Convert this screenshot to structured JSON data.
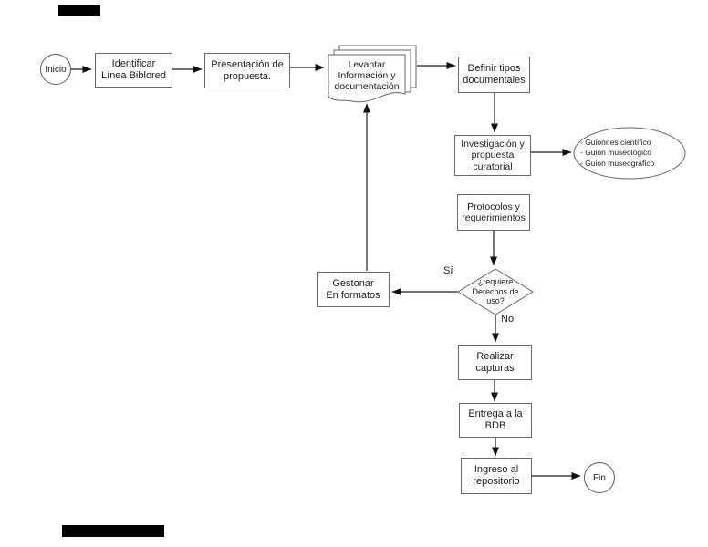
{
  "diagram": {
    "nodes": {
      "inicio": {
        "label": "Inicio",
        "type": "start-terminator"
      },
      "identificar": {
        "label": "Identificar\nLínea Biblored",
        "type": "process"
      },
      "presentacion": {
        "label": "Presentación de\npropuesta.",
        "type": "process"
      },
      "levantar": {
        "label": "Levantar\nInformación y\ndocumentación",
        "type": "multi-document"
      },
      "definir": {
        "label": "Definir tipos\ndocumentales",
        "type": "process"
      },
      "investigacion": {
        "label": "Investigación y\npropuesta\ncuratorial",
        "type": "process"
      },
      "guiones": {
        "label": "- Guionnes científico\n- Guion museológico\n- Guion museográfico",
        "type": "ellipse-annotation"
      },
      "protocolos": {
        "label": "Protocolos y\nrequerimientos",
        "type": "process"
      },
      "decision": {
        "label": "¿requiere\nDerechos de\nuso?",
        "type": "decision"
      },
      "gestonar": {
        "label": "Gestonar\nEn formatos",
        "type": "process"
      },
      "realizar": {
        "label": "Realizar\ncapturas",
        "type": "process"
      },
      "entrega": {
        "label": "Entrega a la\nBDB",
        "type": "process"
      },
      "ingreso": {
        "label": "Ingreso al\nrepositorio",
        "type": "process"
      },
      "fin": {
        "label": "Fin",
        "type": "end-terminator"
      }
    },
    "edge_labels": {
      "yes": "Sí",
      "no": "No"
    },
    "colors": {
      "background": "#ffffff",
      "shape_border": "#666666",
      "connector": "#1a1a1a",
      "text": "#1a1a1a",
      "redaction_bar": "#000000"
    }
  }
}
